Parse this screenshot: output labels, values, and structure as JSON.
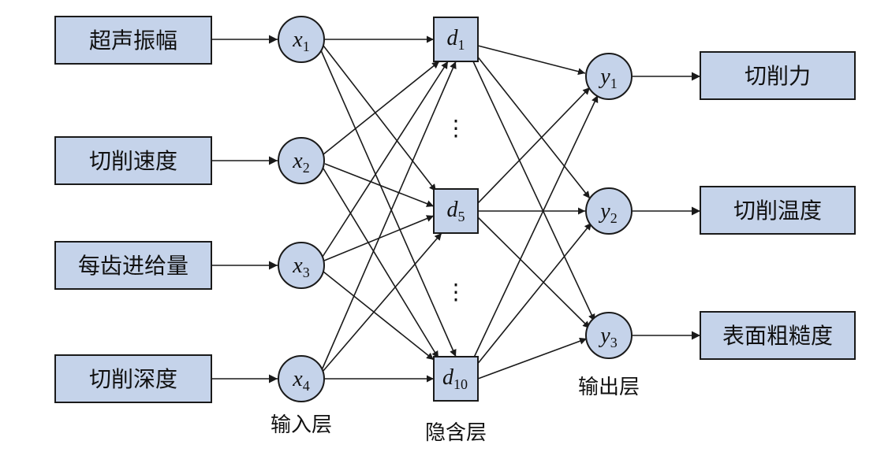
{
  "inputs": [
    {
      "label": "超声振幅",
      "var": "x",
      "sub": "1"
    },
    {
      "label": "切削速度",
      "var": "x",
      "sub": "2"
    },
    {
      "label": "每齿进给量",
      "var": "x",
      "sub": "3"
    },
    {
      "label": "切削深度",
      "var": "x",
      "sub": "4"
    }
  ],
  "hidden": [
    {
      "var": "d",
      "sub": "1"
    },
    {
      "var": "d",
      "sub": "5"
    },
    {
      "var": "d",
      "sub": "10"
    }
  ],
  "hidden_ellipsis": "⋮",
  "outputs": [
    {
      "label": "切削力",
      "var": "y",
      "sub": "1"
    },
    {
      "label": "切削温度",
      "var": "y",
      "sub": "2"
    },
    {
      "label": "表面粗糙度",
      "var": "y",
      "sub": "3"
    }
  ],
  "layer_labels": {
    "input": "输入层",
    "hidden": "隐含层",
    "output": "输出层"
  },
  "colors": {
    "fill": "#c5d3ea",
    "stroke": "#1a1a1a"
  }
}
